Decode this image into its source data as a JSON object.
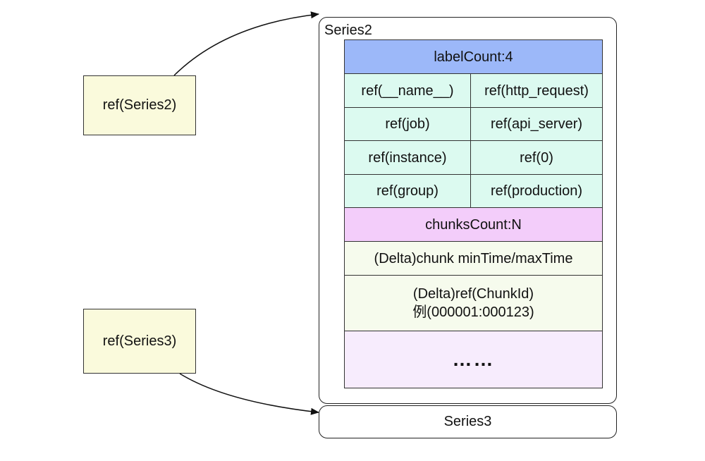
{
  "refs": {
    "series2": "ref(Series2)",
    "series3": "ref(Series3)"
  },
  "series2": {
    "title": "Series2",
    "label_count": "labelCount:4",
    "labels": [
      {
        "name": "ref(__name__)",
        "value": "ref(http_request)"
      },
      {
        "name": "ref(job)",
        "value": "ref(api_server)"
      },
      {
        "name": "ref(instance)",
        "value": "ref(0)"
      },
      {
        "name": "ref(group)",
        "value": "ref(production)"
      }
    ],
    "chunks_count": "chunksCount:N",
    "chunk_time": "(Delta)chunk minTime/maxTime",
    "chunk_ref_line1": "(Delta)ref(ChunkId)",
    "chunk_ref_line2": "例(000001:000123)",
    "ellipsis": "……"
  },
  "series3": {
    "title": "Series3"
  },
  "colors": {
    "ref_box": "#fafadc",
    "label_count": "#9cb8f9",
    "label_cells": "#dcfaf0",
    "chunks_count": "#f3cdfa",
    "chunk_rows": "#f6fbed",
    "ellipsis_row": "#f7ecfd"
  }
}
